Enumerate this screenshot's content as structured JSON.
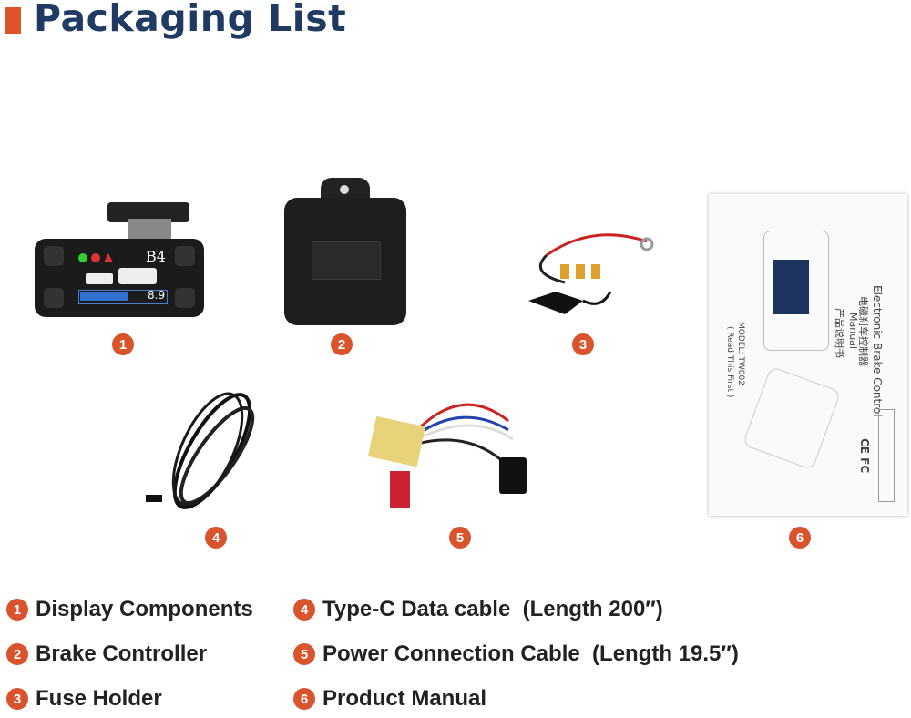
{
  "title": "Packaging List",
  "display": {
    "gear": "B4",
    "value": "8.9"
  },
  "manual": {
    "title_en": "Electronic Brake Control",
    "title_cn": "电磁刹车控制器",
    "subtitle_en": "Manual",
    "subtitle_cn": "产品说明书",
    "model": "MODEL: TW002",
    "note": "( Read This First )",
    "marks": "CE FC"
  },
  "items": [
    {
      "num": "1",
      "label": "Display Components"
    },
    {
      "num": "2",
      "label": "Brake Controller"
    },
    {
      "num": "3",
      "label": "Fuse Holder"
    },
    {
      "num": "4",
      "label": "Type-C Data cable  (Length 200″)"
    },
    {
      "num": "5",
      "label": "Power Connection Cable  (Length 19.5″)"
    },
    {
      "num": "6",
      "label": "Product Manual"
    }
  ],
  "colors": {
    "accent": "#e0522a",
    "title": "#1f3a63"
  }
}
